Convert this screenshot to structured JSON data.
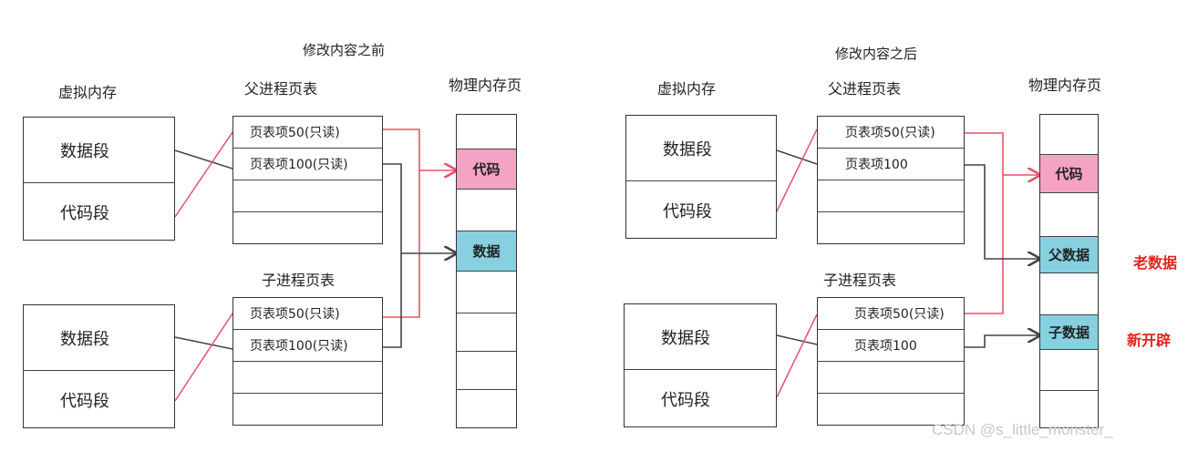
{
  "panels": [
    {
      "title": "修改内容之前",
      "virtual_label": "虚拟内存",
      "parent_label": "父进程页表",
      "child_label": "子进程页表",
      "physical_label": "物理内存页",
      "vm_parent": [
        "数据段",
        "代码段"
      ],
      "vm_child": [
        "数据段",
        "代码段"
      ],
      "pt_parent": [
        "页表项50(只读)",
        "页表项100(只读)",
        "",
        ""
      ],
      "pt_child": [
        "页表项50(只读)",
        "页表项100(只读)",
        "",
        ""
      ],
      "phys": [
        "",
        "代码",
        "",
        "数据",
        "",
        "",
        "",
        ""
      ]
    },
    {
      "title": "修改内容之后",
      "virtual_label": "虚拟内存",
      "parent_label": "父进程页表",
      "child_label": "子进程页表",
      "physical_label": "物理内存页",
      "vm_parent": [
        "数据段",
        "代码段"
      ],
      "vm_child": [
        "数据段",
        "代码段"
      ],
      "pt_parent": [
        "页表项50(只读)",
        "页表项100",
        "",
        ""
      ],
      "pt_child": [
        "页表项50(只读)",
        "页表项100",
        "",
        ""
      ],
      "phys": [
        "",
        "代码",
        "",
        "父数据",
        "",
        "子数据",
        "",
        ""
      ]
    }
  ],
  "annotations": {
    "old": "老数据",
    "new": "新开辟"
  },
  "watermark": "CSDN @s_little_monster_",
  "colors": {
    "pink": "#f4a3c4",
    "blue": "#86d0df",
    "red_line": "#e8506a",
    "dark_line": "#444444",
    "note_red": "#e0241a"
  }
}
